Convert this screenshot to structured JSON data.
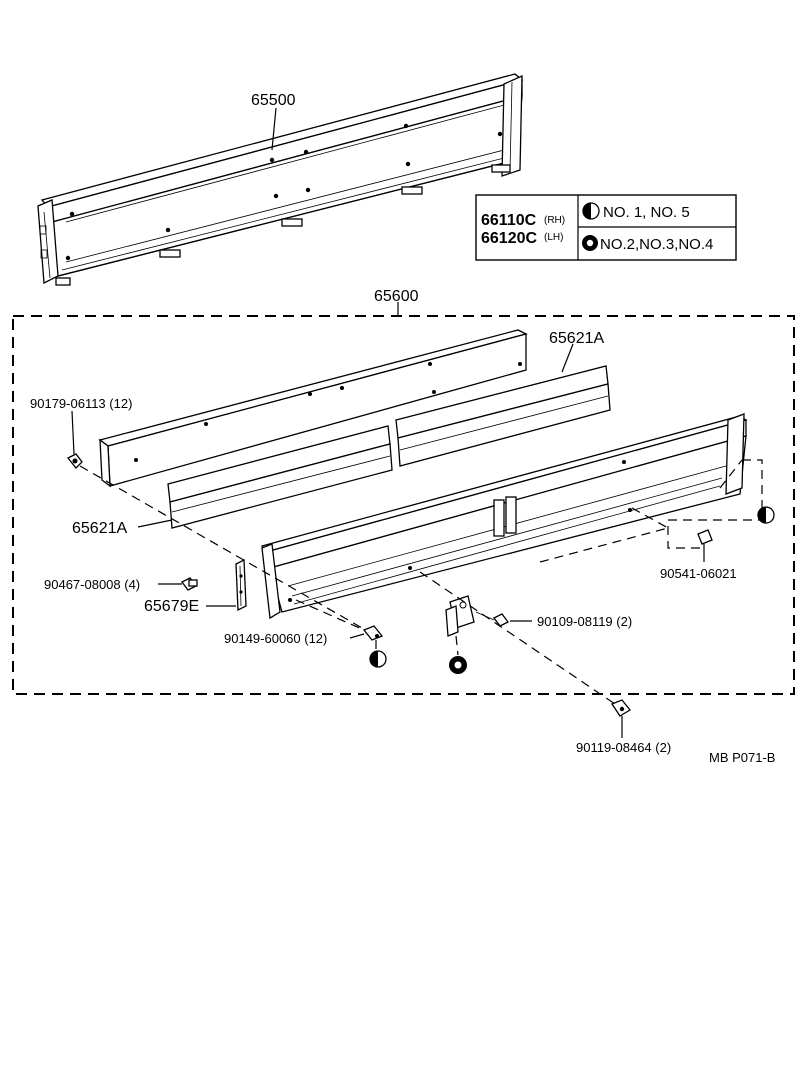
{
  "parts": {
    "p65500": "65500",
    "p65600": "65600",
    "p65621A_top": "65621A",
    "p65621A_left": "65621A",
    "p65679E": "65679E",
    "b90179": "90179-06113 (12)",
    "b90467": "90467-08008 (4)",
    "b90149": "90149-60060 (12)",
    "b90109": "90109-08119 (2)",
    "b90541": "90541-06021",
    "b90119": "90119-08464 (2)"
  },
  "legend": {
    "rh_code": "66110C",
    "rh_side": "(RH)",
    "lh_code": "66120C",
    "lh_side": "(LH)",
    "half_circle_note": "NO. 1, NO. 5",
    "ring_note": "NO.2,NO.3,NO.4"
  },
  "footer": {
    "code": "MB  P071-B"
  }
}
